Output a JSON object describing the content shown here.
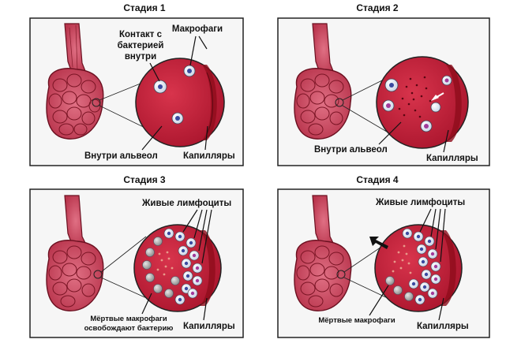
{
  "stages": [
    {
      "title": "Стадия 1",
      "labels": {
        "contact": [
          "Контакт с",
          "бактерией",
          "внутри"
        ],
        "macrophages": "Макрофаги",
        "inside_alveoli": "Внутри альвеол",
        "capillaries": "Капилляры"
      }
    },
    {
      "title": "Стадия 2",
      "labels": {
        "inside_alveoli": "Внутри альвеол",
        "capillaries": "Капилляры"
      }
    },
    {
      "title": "Стадия 3",
      "labels": {
        "live_lymphocytes": "Живые лимфоциты",
        "dead_macrophages": [
          "Мёртвые макрофаги",
          "освобождают бактерию"
        ],
        "capillaries": "Капилляры"
      }
    },
    {
      "title": "Стадия 4",
      "labels": {
        "live_lymphocytes": "Живые лимфоциты",
        "dead_macrophages": "Мёртвые макрофаги",
        "capillaries": "Капилляры"
      }
    }
  ],
  "colors": {
    "alveolus_fill": "#c8203a",
    "capillary_band": "#a0101e",
    "panel_border": "#222222",
    "panel_bg": "#f4f4f4",
    "lung_fill": "#d4566a",
    "lung_stroke": "#6b1020"
  }
}
